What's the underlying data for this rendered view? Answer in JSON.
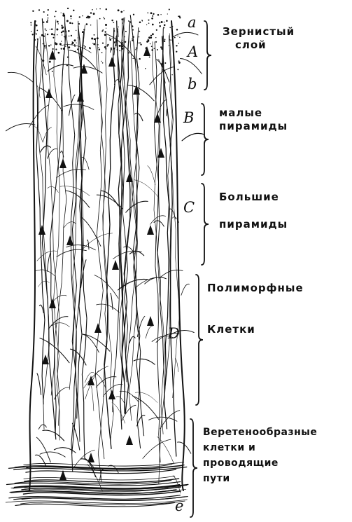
{
  "letters": {
    "a": "a",
    "A": "A",
    "b": "b",
    "B": "B",
    "C": "C",
    "D": "D",
    "e": "e"
  },
  "layers": {
    "granular": [
      "Зернистый",
      "слой"
    ],
    "small_pyramids": [
      "малые",
      "пирамиды"
    ],
    "large_pyramids": [
      "Большие",
      "пирамиды"
    ],
    "polymorphic": [
      "Полиморфные",
      "Клетки"
    ],
    "fusiform": [
      "Веретенообразные",
      "клетки и",
      "проводящие",
      "пути"
    ]
  }
}
